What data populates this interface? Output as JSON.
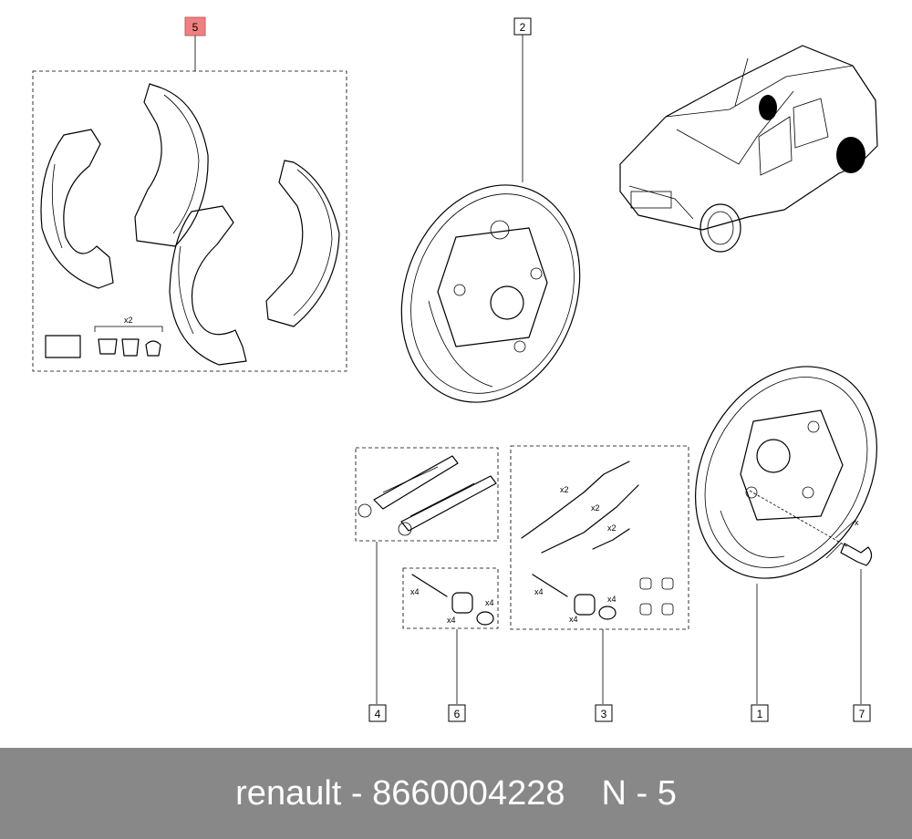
{
  "callouts": [
    {
      "id": "1",
      "label": "1"
    },
    {
      "id": "2",
      "label": "2"
    },
    {
      "id": "3",
      "label": "3"
    },
    {
      "id": "4",
      "label": "4"
    },
    {
      "id": "5",
      "label": "5",
      "highlight_color": "#f08080"
    },
    {
      "id": "6",
      "label": "6"
    },
    {
      "id": "7",
      "label": "7"
    }
  ],
  "quantities": {
    "kit5_x2": "x2",
    "kit3_spring1": "x2",
    "kit3_spring2": "x2",
    "kit3_spring3": "x2",
    "kit3_pin": "x4",
    "kit3_spring": "x4",
    "kit3_cup": "x4",
    "kit6_pin": "x4",
    "kit6_spring": "x4",
    "kit6_cup": "x4",
    "bolt_x": "x"
  },
  "footer": {
    "brand": "renault",
    "part_number": "8660004228",
    "ref": "N - 5",
    "background": "#888888",
    "text_color": "#ffffff"
  }
}
